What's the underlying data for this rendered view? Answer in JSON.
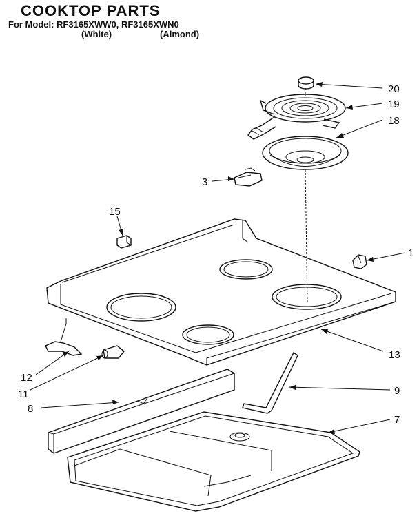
{
  "header": {
    "title": "COOKTOP PARTS",
    "model_line": "For Model: RF3165XWW0, RF3165XWN0",
    "variant_white": "(White)",
    "variant_almond": "(Almond)"
  },
  "callouts": {
    "c20": "20",
    "c19": "19",
    "c18": "18",
    "c3": "3",
    "c15": "15",
    "c1": "1",
    "c13": "13",
    "c12": "12",
    "c11": "11",
    "c9": "9",
    "c8": "8",
    "c7": "7"
  }
}
